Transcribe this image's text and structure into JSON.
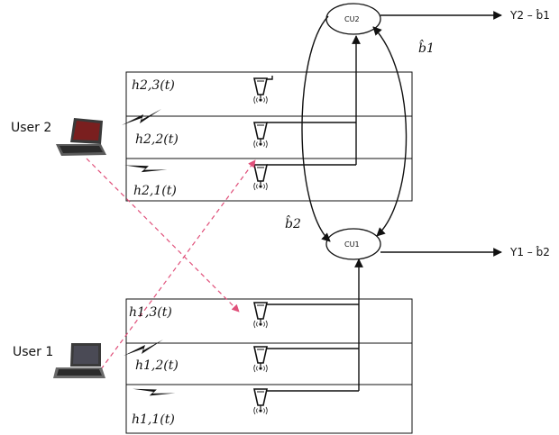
{
  "users": {
    "user2": {
      "label": "User 2"
    },
    "user1": {
      "label": "User 1"
    }
  },
  "channels": {
    "h23": "h2,3(t)",
    "h22": "h2,2(t)",
    "h21": "h2,1(t)",
    "h13": "h1,3(t)",
    "h12": "h1,2(t)",
    "h11": "h1,1(t)"
  },
  "central_units": {
    "cu2": {
      "label": "CU2"
    },
    "cu1": {
      "label": "CU1"
    }
  },
  "outputs": {
    "out2": "Y2 – b̂1",
    "out1": "Y1 – b̂2"
  },
  "feedback": {
    "b1": "b̂1",
    "b2": "b̂2"
  },
  "colors": {
    "line": "#111111",
    "crosslink": "#e0507a",
    "laptop_body": "#3a3a3a",
    "user2_screen": "#7a1f1f",
    "user1_screen": "#4a4a55"
  }
}
